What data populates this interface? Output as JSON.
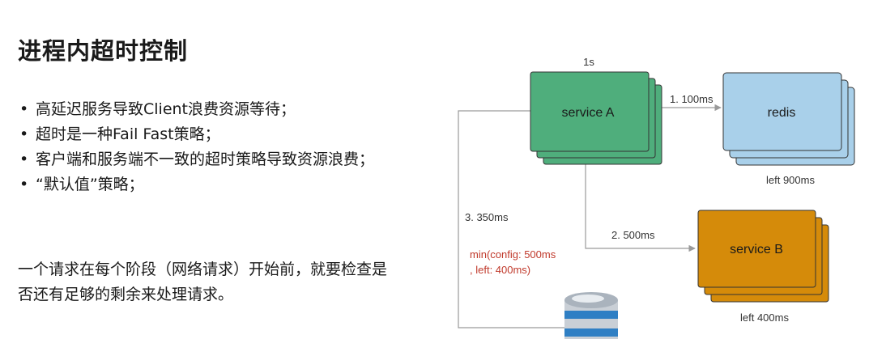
{
  "slide": {
    "title": "进程内超时控制",
    "bullets": [
      "高延迟服务导致Client浪费资源等待；",
      "超时是一种Fail Fast策略；",
      "客户端和服务端不一致的超时策略导致资源浪费；",
      "“默认值”策略；"
    ],
    "paragraph": "一个请求在每个阶段（网络请求）开始前，就要检查是否还有足够的剩余来处理请求。"
  },
  "diagram": {
    "service_a": {
      "label": "service A",
      "timeout": "1s",
      "color": "#4fae7c"
    },
    "redis": {
      "label": "redis",
      "note": "left 900ms",
      "color": "#a9d0ea"
    },
    "service_b": {
      "label": "service B",
      "note": "left 400ms",
      "color": "#d58b0a"
    },
    "edges": {
      "to_redis": "1. 100ms",
      "to_service_b": "2. 500ms",
      "to_db": "3. 350ms"
    },
    "formula_line1": "min(config: 500ms",
    "formula_line2": ", left: 400ms)",
    "formula_color": "#c0392b"
  }
}
